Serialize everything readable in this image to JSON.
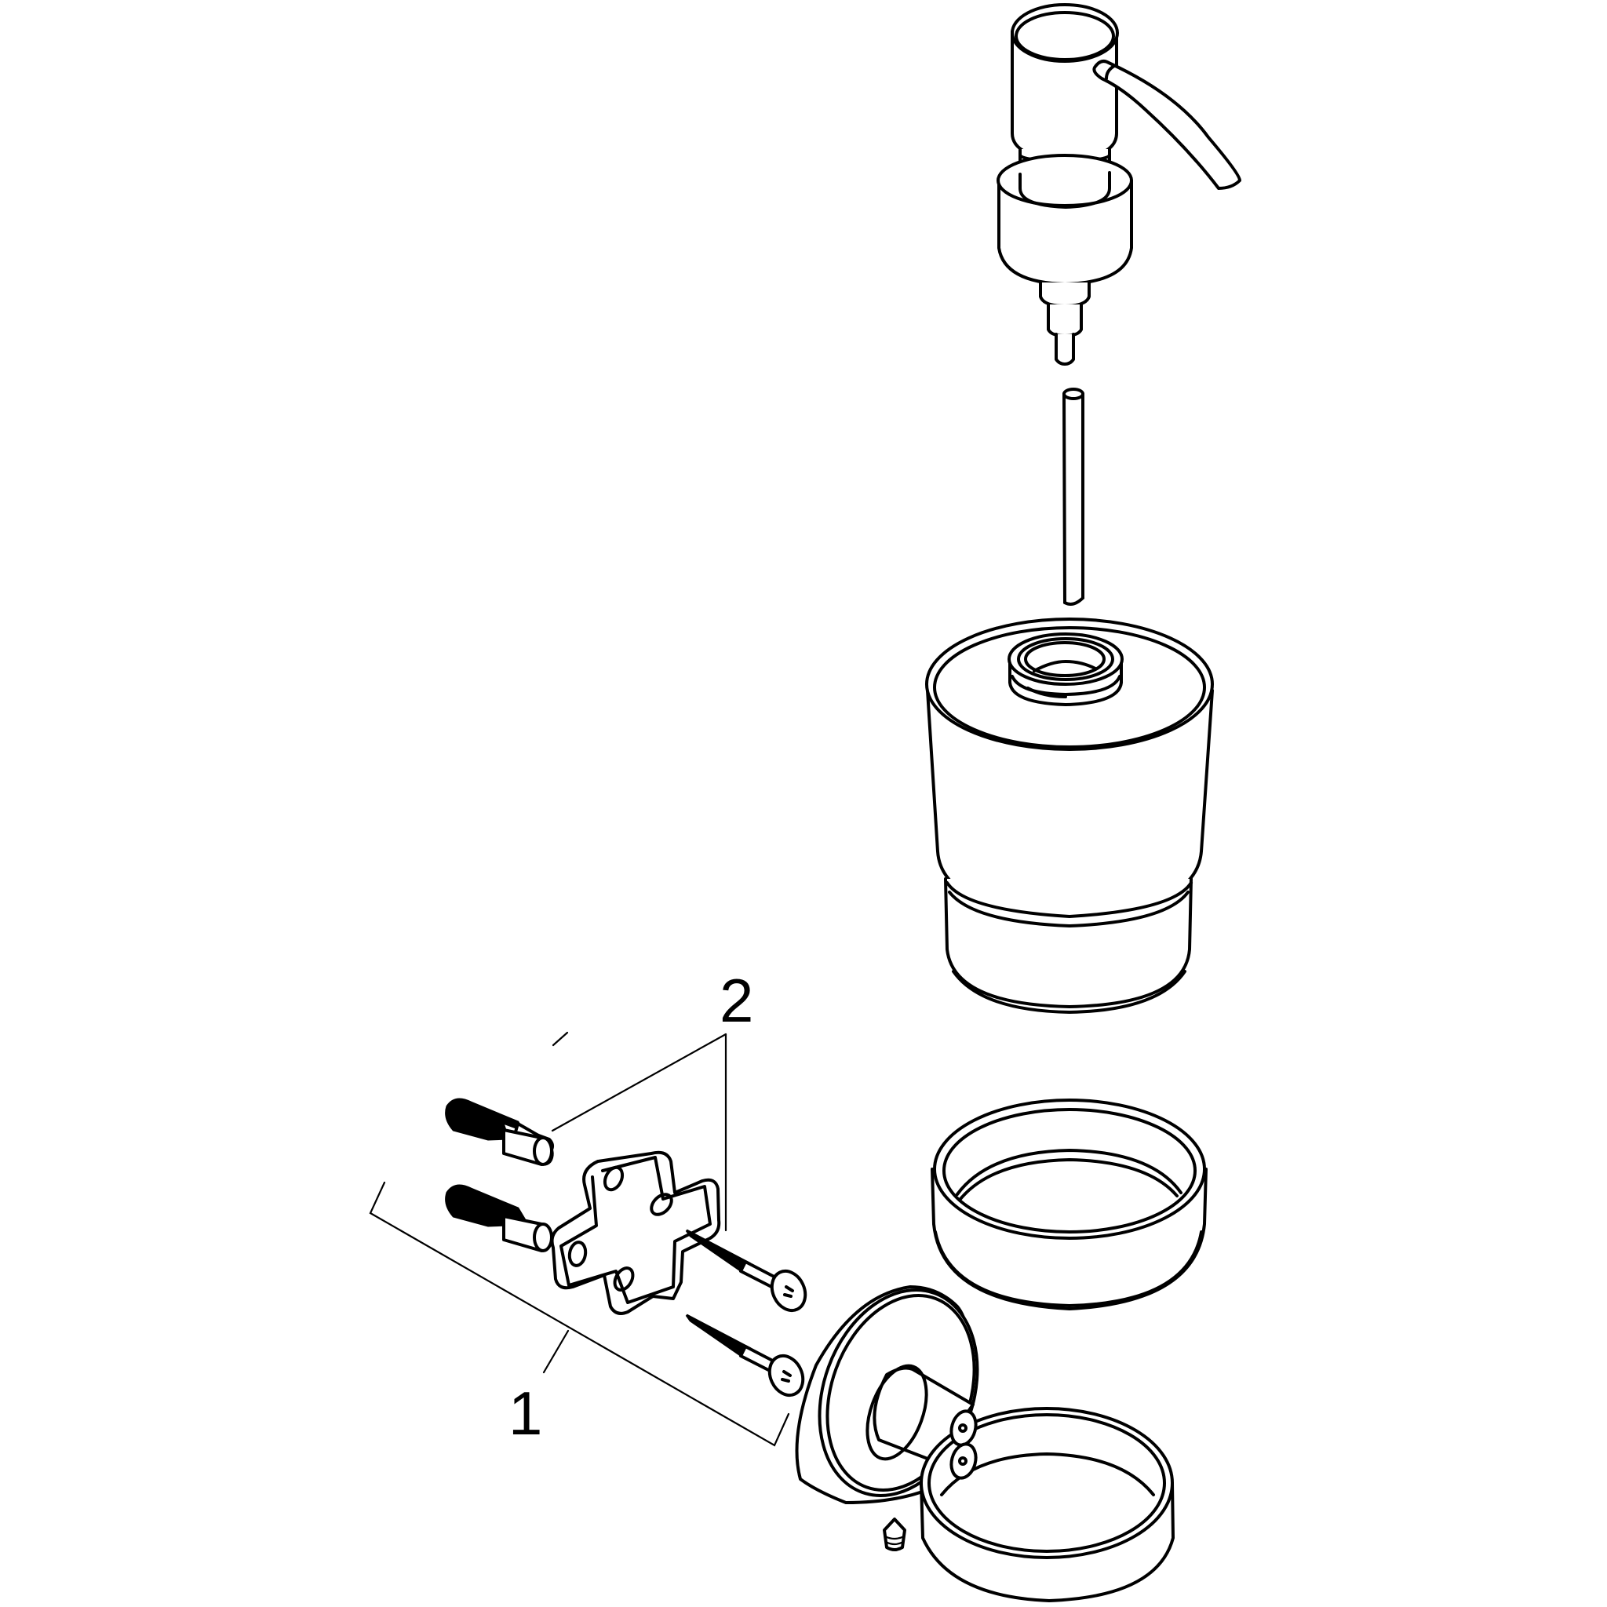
{
  "diagram": {
    "type": "exploded-assembly",
    "subject": "wall-mounted soap dispenser",
    "line_color": "#000000",
    "background": "#ffffff",
    "parts": [
      {
        "id": "pump-head",
        "description": "pump head with curved spout"
      },
      {
        "id": "dip-tube",
        "description": "dip tube"
      },
      {
        "id": "glass-container",
        "description": "container with threaded neck"
      },
      {
        "id": "retaining-ring",
        "description": "ring"
      },
      {
        "id": "wall-bracket",
        "description": "wall rosette with cup holder and two set screws"
      },
      {
        "id": "grub-screw",
        "description": "set screw"
      },
      {
        "id": "mounting-plate",
        "description": "cross-shaped mounting plate"
      },
      {
        "id": "wall-plugs",
        "description": "2 wall plugs"
      },
      {
        "id": "wood-screws",
        "description": "2 screws"
      }
    ],
    "callouts": [
      {
        "label": "1",
        "refers_to": "mounting set (plugs, plate, screws)"
      },
      {
        "label": "2",
        "refers_to": "plugs and screws"
      }
    ]
  }
}
